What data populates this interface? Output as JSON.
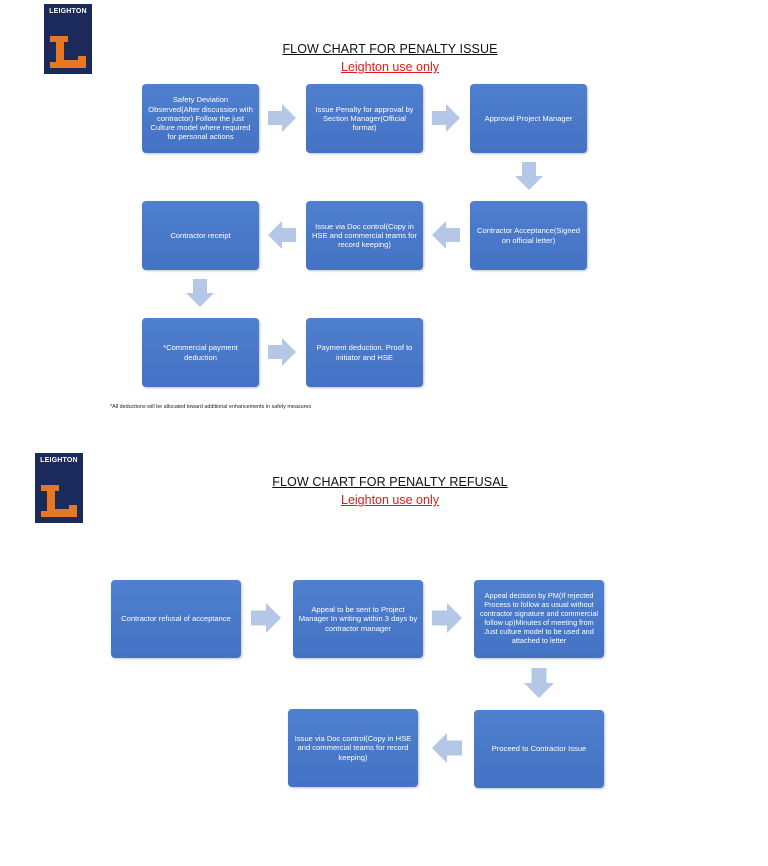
{
  "logo": {
    "text": "LEIGHTON",
    "colors": {
      "background": "#1c2a5b",
      "mark": "#e87722"
    }
  },
  "issue_chart": {
    "title": "FLOW CHART FOR PENALTY ISSUE",
    "subtitle": "Leighton use only",
    "boxes": [
      "Safety Deviation Observed(After discussion with contractor) Follow the just Culture model where required for personal actions",
      "Issue Penalty for approval by Section Manager(Official format)",
      "Approval Project Manager",
      "Contractor Acceptance(Signed on official letter)",
      "Issue via Doc control(Copy in HSE and commercial teams for record keeping)",
      "Contractor receipt",
      "*Commercial payment deduction",
      "Payment deduction. Proof to initiator and HSE"
    ],
    "footnote": "*All deductions will be allocated toward additional enhancements in safety measures"
  },
  "refusal_chart": {
    "title": "FLOW CHART FOR PENALTY REFUSAL",
    "subtitle": "Leighton use only",
    "boxes": [
      "Contractor refusal of acceptance",
      "Appeal to be sent to Project Manager  In writing within 3 days by contractor manager",
      "Appeal decision by PM(If rejected Process to follow as usual without contractor signature and commercial follow up)Minutes of meeting from Just culture model to be used and attached to letter",
      "Proceed to Contractor Issue",
      "Issue via Doc control(Copy in HSE and commercial teams for record keeping)"
    ]
  },
  "colors": {
    "box": "#4472c4",
    "arrow": "#b4c7e7",
    "title_accent": "#e41b17"
  }
}
